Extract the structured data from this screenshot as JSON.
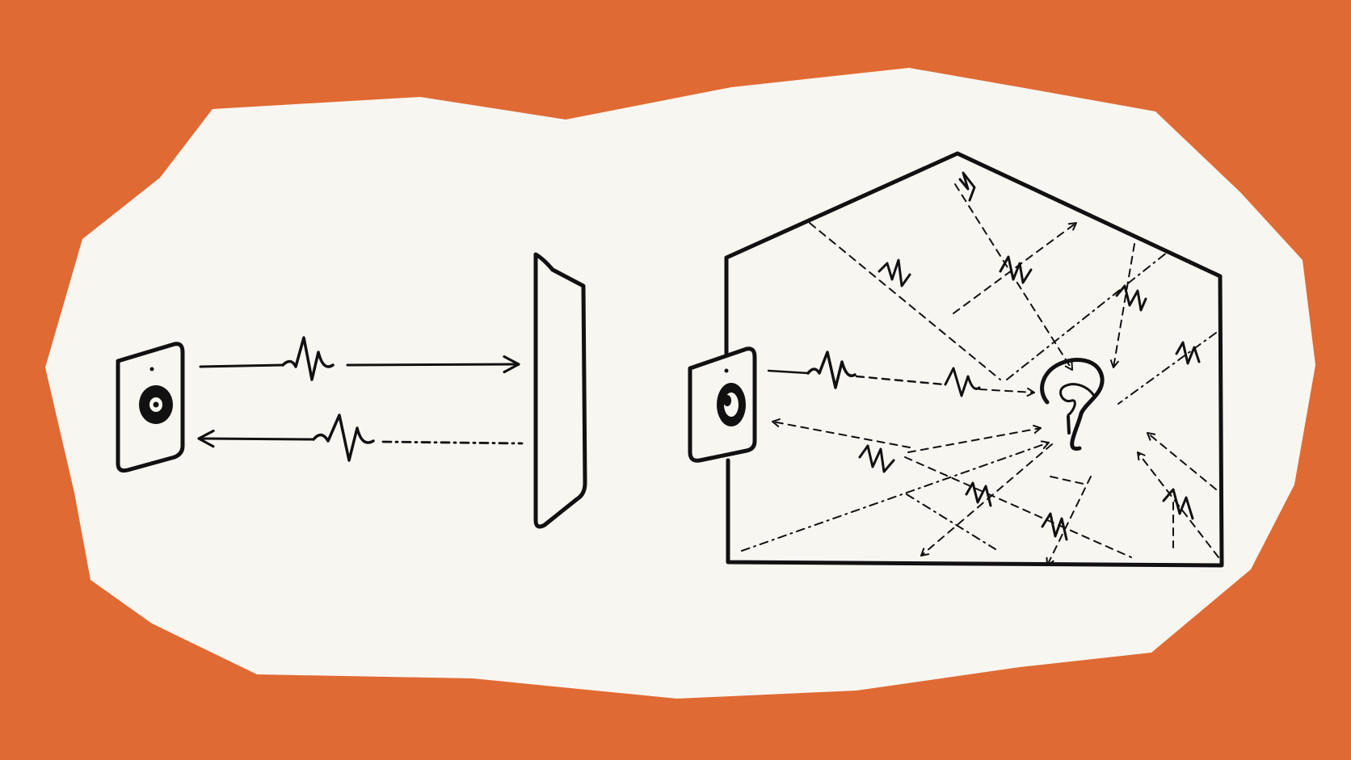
{
  "colors": {
    "background": "#E06A33",
    "panel": "#F8F6F1",
    "ink": "#111111"
  },
  "scenes": [
    {
      "name": "open-space-echo",
      "elements": [
        "speaker-icon",
        "outgoing-sound-wave-arrow",
        "returning-echo-arrow",
        "reflecting-wall"
      ]
    },
    {
      "name": "room-reverberation",
      "elements": [
        "speaker-icon",
        "house-outline",
        "ear-icon",
        "scattered-reflection-arrows"
      ]
    }
  ]
}
